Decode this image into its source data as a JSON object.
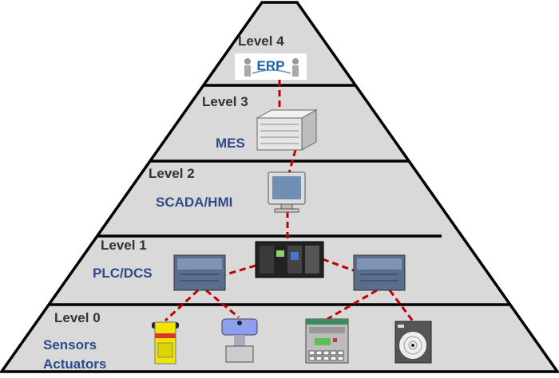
{
  "diagram": {
    "type": "automation pyramid",
    "levels": [
      {
        "label": "Level 4",
        "name": "",
        "icon_text": "ERP"
      },
      {
        "label": "Level 3",
        "name": "MES"
      },
      {
        "label": "Level 2",
        "name": "SCADA/HMI"
      },
      {
        "label": "Level 1",
        "name": "PLC/DCS"
      },
      {
        "label": "Level 0",
        "name_lines": [
          "Sensors",
          "Actuators"
        ]
      }
    ],
    "colors": {
      "fill": "#d9d9d9",
      "outline": "#000000",
      "link": "#c00000",
      "name_text": "#2f4a8a",
      "level_text": "#333333"
    }
  }
}
